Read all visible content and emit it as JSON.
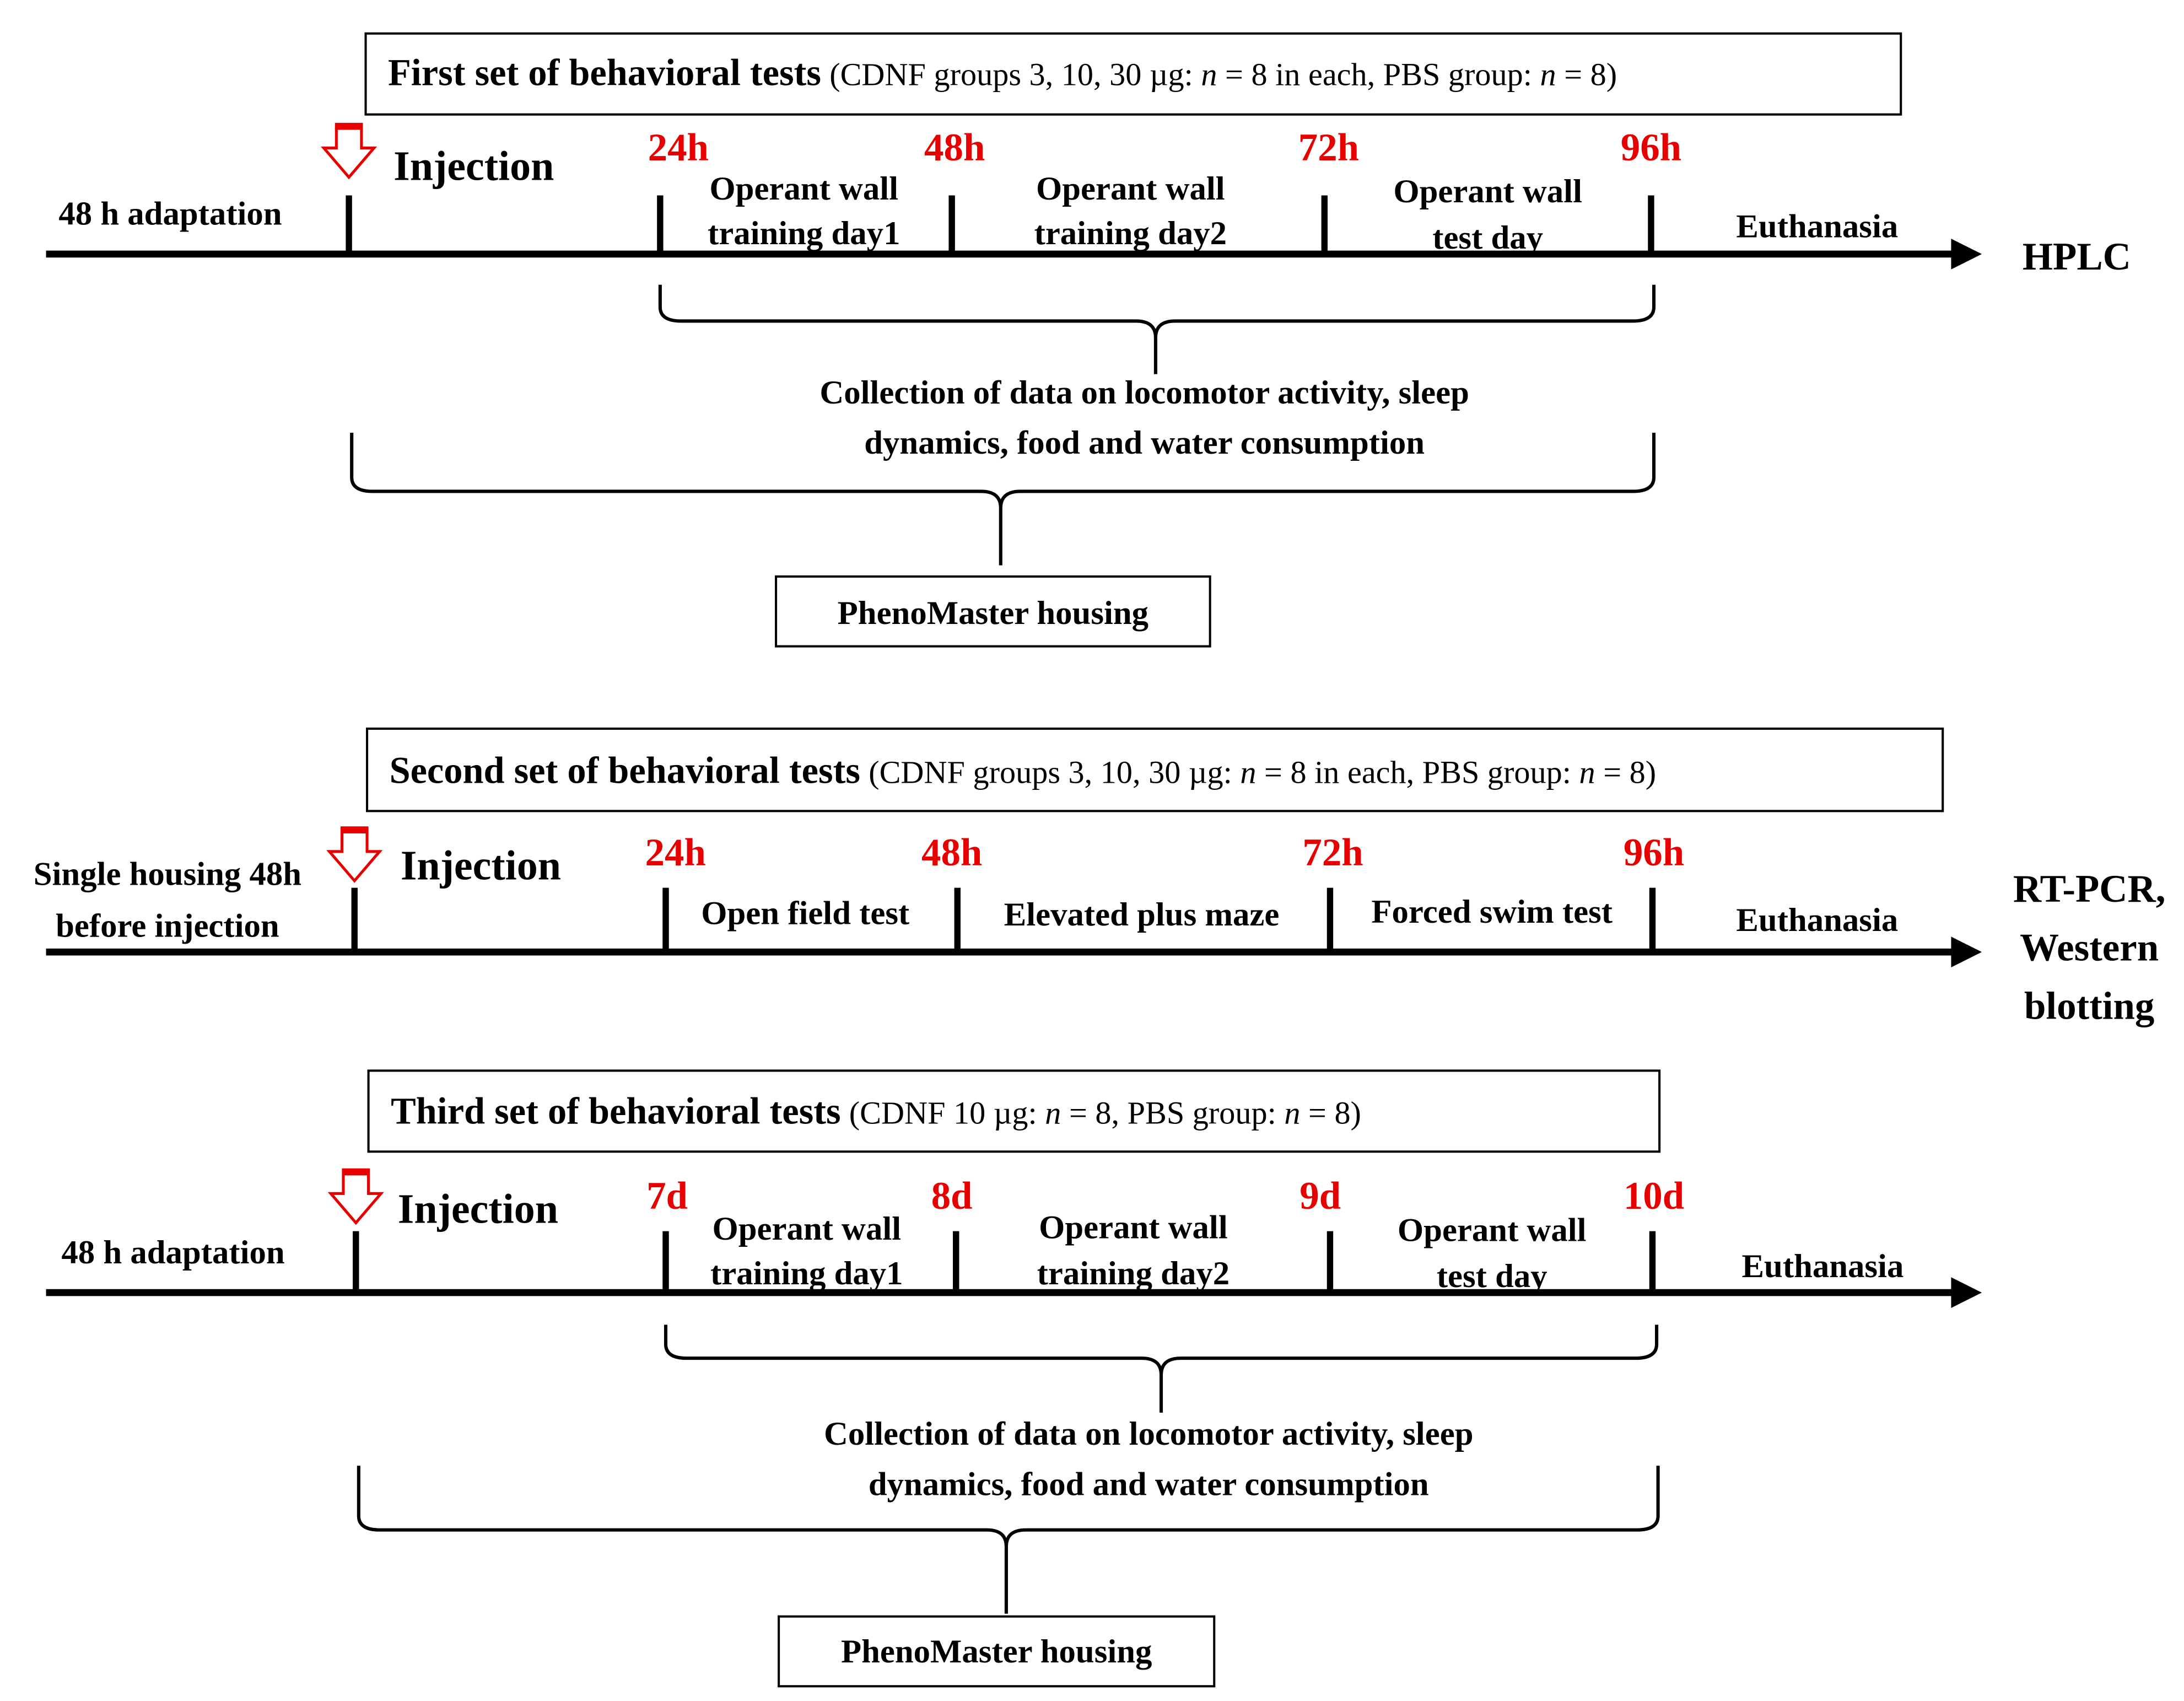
{
  "colors": {
    "ink": "#000000",
    "accent": "#e60000",
    "background": "#ffffff"
  },
  "icons": {
    "injection_marker": "down-arrow-icon"
  },
  "panels": [
    {
      "title_bold": "First set of behavioral tests",
      "title_detail": [
        {
          "text": "(CDNF groups  3, 10, 30 µg: "
        },
        {
          "text": "n",
          "italic": true
        },
        {
          "text": " = 8  in  each,  PBS group:  "
        },
        {
          "text": "n",
          "italic": true
        },
        {
          "text": " = 8)"
        }
      ],
      "pre_injection_lines": [
        "48 h adaptation"
      ],
      "injection_label": "Injection",
      "time_labels": [
        "24h",
        "48h",
        "72h",
        "96h"
      ],
      "phases": [
        [
          "Operant wall",
          "training day1"
        ],
        [
          "Operant wall",
          "training day2"
        ],
        [
          "Operant wall",
          "test day"
        ]
      ],
      "final_step": "Euthanasia",
      "outcome_lines": [
        "HPLC"
      ],
      "data_collection_lines": [
        "Collection  of data  on  locomotor  activity,  sleep",
        "dynamics,  food  and  water  consumption"
      ],
      "housing_label": "PhenoMaster housing"
    },
    {
      "title_bold": "Second set of behavioral tests",
      "title_detail": [
        {
          "text": "(CDNF groups  3, 10, 30 µg: "
        },
        {
          "text": "n",
          "italic": true
        },
        {
          "text": " = 8  in  each,  PBS group:  "
        },
        {
          "text": "n",
          "italic": true
        },
        {
          "text": " = 8)"
        }
      ],
      "pre_injection_lines": [
        "Single housing  48h",
        "before injection"
      ],
      "injection_label": "Injection",
      "time_labels": [
        "24h",
        "48h",
        "72h",
        "96h"
      ],
      "phases": [
        [
          "Open field  test"
        ],
        [
          "Elevated plus maze"
        ],
        [
          "Forced swim  test"
        ]
      ],
      "final_step": "Euthanasia",
      "outcome_lines": [
        "RT-PCR,",
        "Western",
        "blotting"
      ]
    },
    {
      "title_bold": "Third set of behavioral tests",
      "title_detail": [
        {
          "text": "(CDNF 10 µg: "
        },
        {
          "text": "n",
          "italic": true
        },
        {
          "text": " = 8,  PBS group:  "
        },
        {
          "text": "n",
          "italic": true
        },
        {
          "text": " = 8)"
        }
      ],
      "pre_injection_lines": [
        "48 h adaptation"
      ],
      "injection_label": "Injection",
      "time_labels": [
        "7d",
        "8d",
        "9d",
        "10d"
      ],
      "phases": [
        [
          "Operant wall",
          "training day1"
        ],
        [
          "Operant wall",
          "training day2"
        ],
        [
          "Operant wall",
          "test day"
        ]
      ],
      "final_step": "Euthanasia",
      "data_collection_lines": [
        "Collection  of data  on  locomotor  activity,  sleep",
        "dynamics,  food  and  water  consumption"
      ],
      "housing_label": "PhenoMaster housing"
    }
  ]
}
